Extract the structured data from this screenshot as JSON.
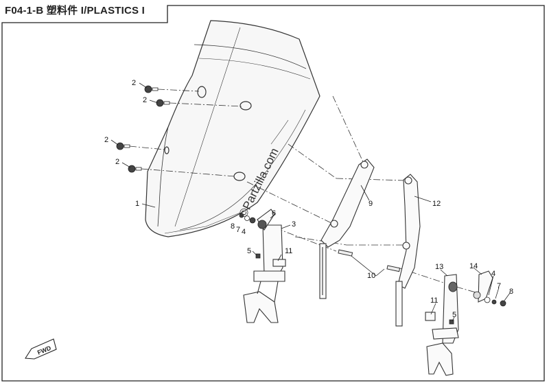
{
  "header": {
    "title": "F04-1-B 塑料件 I/PLASTICS  I"
  },
  "watermark": {
    "text": "©Partzilla.com"
  },
  "fwd_badge": {
    "text": "FWD"
  },
  "callouts": [
    {
      "id": "c2a",
      "label": "2"
    },
    {
      "id": "c2b",
      "label": "2"
    },
    {
      "id": "c2c",
      "label": "2"
    },
    {
      "id": "c2d",
      "label": "2"
    },
    {
      "id": "c1",
      "label": "1"
    },
    {
      "id": "c3",
      "label": "3"
    },
    {
      "id": "c4a",
      "label": "4"
    },
    {
      "id": "c5a",
      "label": "5"
    },
    {
      "id": "c6",
      "label": "6"
    },
    {
      "id": "c7a",
      "label": "7"
    },
    {
      "id": "c8a",
      "label": "8"
    },
    {
      "id": "c9",
      "label": "9"
    },
    {
      "id": "c10",
      "label": "10"
    },
    {
      "id": "c11a",
      "label": "11"
    },
    {
      "id": "c11b",
      "label": "11"
    },
    {
      "id": "c12",
      "label": "12"
    },
    {
      "id": "c13",
      "label": "13"
    },
    {
      "id": "c14",
      "label": "14"
    },
    {
      "id": "c4b",
      "label": "4"
    },
    {
      "id": "c7b",
      "label": "7"
    },
    {
      "id": "c8b",
      "label": "8"
    },
    {
      "id": "c5b",
      "label": "5"
    }
  ]
}
